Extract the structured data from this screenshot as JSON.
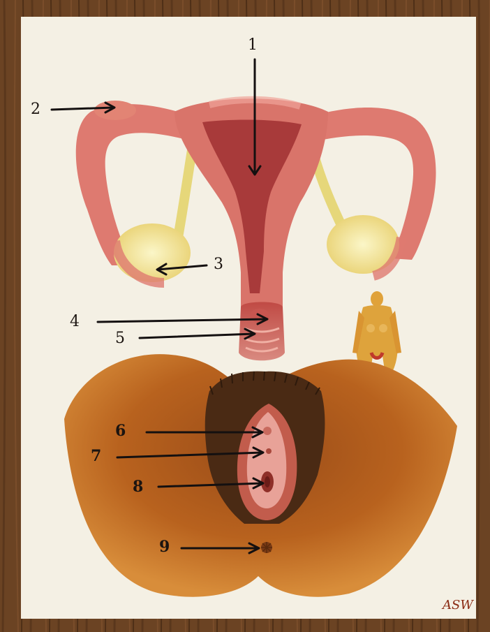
{
  "labels": [
    "1",
    "2",
    "3",
    "4",
    "5",
    "6",
    "7",
    "8",
    "9"
  ],
  "signature": "ASW",
  "colors": {
    "table_wood": "#6b4323",
    "canvas": "#f4f0e4",
    "uterus": "#d8726a",
    "uterus_inner": "#a83a3a",
    "ovary": "#f2e9a8",
    "skin": "#b8621e",
    "hair": "#3b2212",
    "arrow": "#141010"
  }
}
